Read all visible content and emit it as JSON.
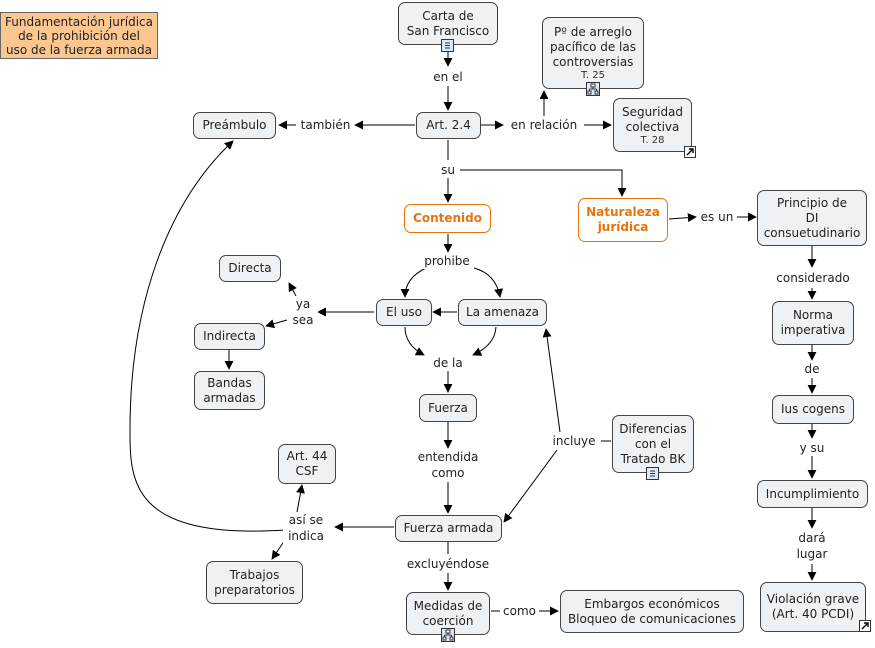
{
  "title": [
    "Fundamentación jurídica",
    "de la prohibición del",
    "uso de la fuerza armada"
  ],
  "nodes": {
    "carta": [
      "Carta de",
      "San Francisco"
    ],
    "arreglo": [
      "Pº de arreglo",
      "pacífico de las",
      "controversias"
    ],
    "arreglo_ref": "T. 25",
    "seguridad": [
      "Seguridad",
      "colectiva"
    ],
    "seguridad_ref": "T. 28",
    "preambulo": "Preámbulo",
    "art24": "Art. 2.4",
    "contenido": "Contenido",
    "naturaleza": [
      "Naturaleza",
      "jurídica"
    ],
    "principio": [
      "Principio de",
      "DI",
      "consuetudinario"
    ],
    "directa": "Directa",
    "el_uso": "El uso",
    "la_amenaza": "La amenaza",
    "indirecta": "Indirecta",
    "bandas": [
      "Bandas",
      "armadas"
    ],
    "norma": [
      "Norma",
      "imperativa"
    ],
    "fuerza": "Fuerza",
    "ius": "Ius cogens",
    "diferencias": [
      "Diferencias",
      "con el",
      "Tratado BK"
    ],
    "art44": [
      "Art. 44",
      "CSF"
    ],
    "incumplimiento": "Incumplimiento",
    "fuerza_armada": "Fuerza armada",
    "trabajos": [
      "Trabajos",
      "preparatorios"
    ],
    "medidas": [
      "Medidas de",
      "coerción"
    ],
    "embargos": [
      "Embargos económicos",
      "Bloqueo de comunicaciones"
    ],
    "violacion": [
      "Violación grave",
      "(Art. 40 PCDI)"
    ]
  },
  "links": {
    "en_el": "en el",
    "tambien": "también",
    "en_relacion": "en relación",
    "su": "su",
    "es_un": "es un",
    "prohibe": "prohibe",
    "ya_sea": [
      "ya",
      "sea"
    ],
    "considerado": "considerado",
    "de_la": "de la",
    "de": "de",
    "entendida_como": [
      "entendida",
      "como"
    ],
    "incluye": "incluye",
    "y_su": "y su",
    "asi_se_indica": [
      "así se",
      "indica"
    ],
    "excluyendose": "excluyéndose",
    "dara_lugar": [
      "dará",
      "lugar"
    ],
    "como": "como"
  },
  "colors": {
    "title_bg": "#fbc690",
    "node_bg": "#eef2f5",
    "accent": "#e8730c",
    "line": "#000000"
  },
  "icons": {
    "doc": "document-icon",
    "tree": "concept-map-icon",
    "external": "external-link-icon"
  }
}
